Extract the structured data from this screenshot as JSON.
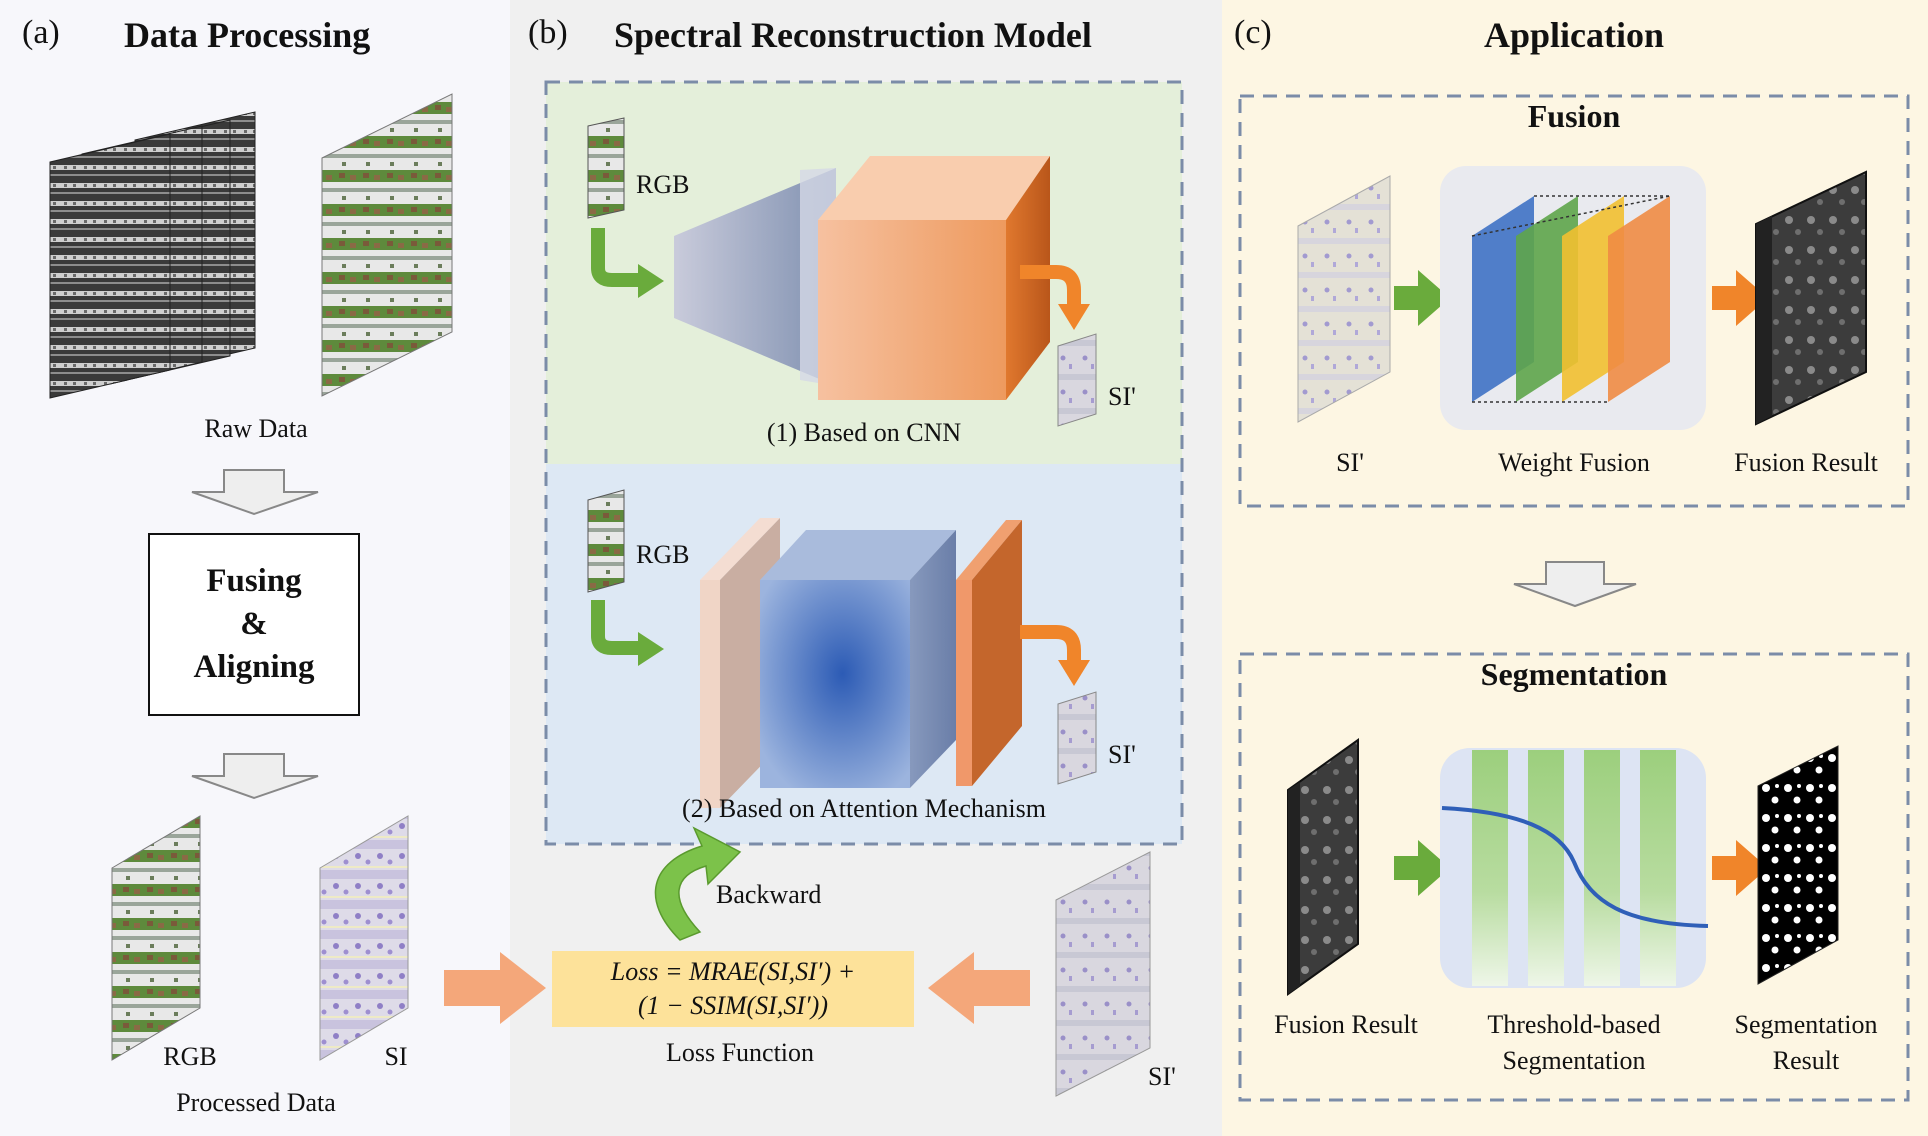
{
  "panels": {
    "a": {
      "label": "(a)",
      "title": "Data  Processing"
    },
    "b": {
      "label": "(b)",
      "title": "Spectral Reconstruction Model"
    },
    "c": {
      "label": "(c)",
      "title": "Application"
    }
  },
  "a": {
    "raw_data": "Raw Data",
    "fuse_line1": "Fusing",
    "fuse_line2": "&",
    "fuse_line3": "Aligning",
    "rgb": "RGB",
    "si": "SI",
    "processed_data": "Processed Data"
  },
  "b": {
    "cnn": {
      "rgb": "RGB",
      "si_prime": "SI'",
      "caption": "(1) Based on CNN"
    },
    "attn": {
      "rgb": "RGB",
      "si_prime": "SI'",
      "caption": "(2) Based on Attention Mechanism"
    },
    "backward": "Backward",
    "loss_line1": "Loss =  MRAE(SI,SI′) +",
    "loss_line2": "(1 − SSIM(SI,SI′))",
    "loss_caption": "Loss Function",
    "si_prime": "SI'"
  },
  "c": {
    "fusion_title": "Fusion",
    "si_prime": "SI'",
    "weight_fusion": "Weight Fusion",
    "fusion_result": "Fusion Result",
    "segmentation_title": "Segmentation",
    "seg_input": "Fusion Result",
    "threshold_line1": "Threshold-based",
    "threshold_line2": "Segmentation",
    "seg_result_line1": "Segmentation",
    "seg_result_line2": "Result"
  },
  "colors": {
    "green_arrow": "#6aab3c",
    "orange_arrow": "#f0852a",
    "salmon_arrow": "#f4a77a",
    "dashed_border": "#7b8ca8",
    "cnn_bg": "#e4efda",
    "attn_bg": "#dde8f4",
    "loss_bg": "#fde29a"
  }
}
